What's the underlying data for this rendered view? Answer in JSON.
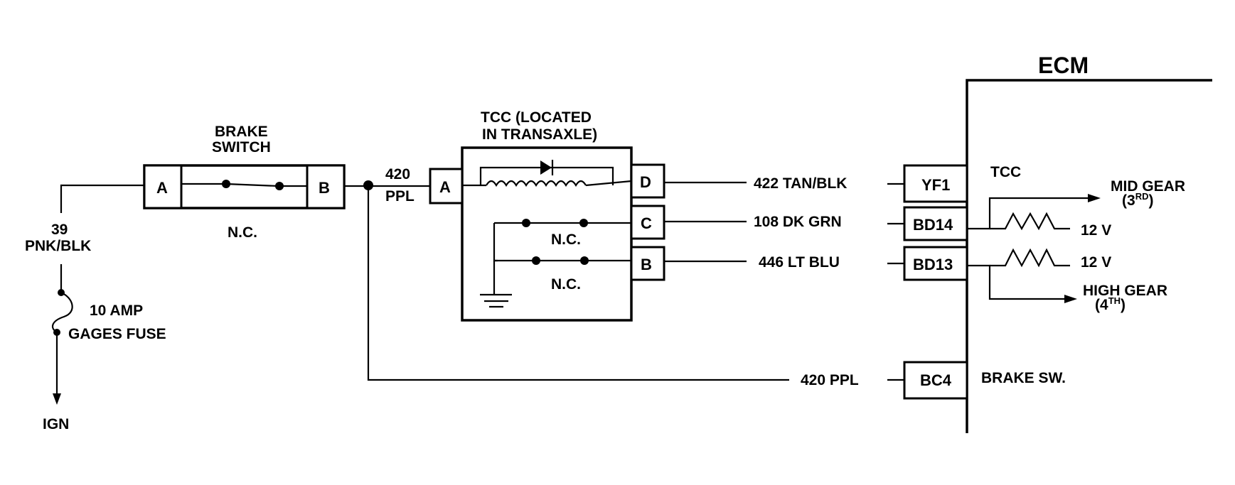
{
  "ecm": {
    "title": "ECM",
    "tcc_label": "TCC",
    "brake_label": "BRAKE SW."
  },
  "brake_switch": {
    "title_line1": "BRAKE",
    "title_line2": "SWITCH",
    "state": "N.C.",
    "pin_a": "A",
    "pin_b": "B"
  },
  "feed": {
    "circuit": "39",
    "color": "PNK/BLK",
    "fuse_line1": "10 AMP",
    "fuse_line2": "GAGES FUSE",
    "source": "IGN"
  },
  "tcc": {
    "title_line1": "TCC (LOCATED",
    "title_line2": "IN TRANSAXLE)",
    "pin_a": "A",
    "pin_b": "B",
    "pin_c": "C",
    "pin_d": "D",
    "switch1_state": "N.C.",
    "switch2_state": "N.C."
  },
  "wires": {
    "w420_num": "420",
    "w420_color": "PPL",
    "w422": "422  TAN/BLK",
    "w108": "108  DK GRN",
    "w446": "446  LT BLU",
    "w420_lower": "420  PPL"
  },
  "connectors": {
    "yf1": "YF1",
    "bd14": "BD14",
    "bd13": "BD13",
    "bc4": "BC4"
  },
  "outputs": {
    "mid_gear": "MID GEAR",
    "mid_gear_sub": "(3",
    "mid_gear_sup": "RD",
    "mid_gear_close": ")",
    "high_gear": "HIGH GEAR",
    "high_gear_sub": "(4",
    "high_gear_sup": "TH",
    "high_gear_close": ")",
    "volt_1": "12 V",
    "volt_2": "12 V"
  }
}
